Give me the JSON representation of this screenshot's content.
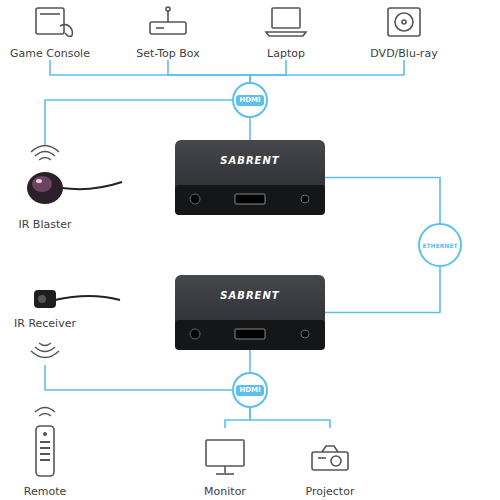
{
  "diagram": {
    "nodes": [
      {
        "text": [
          "Game Console"
        ]
      },
      {
        "text": [
          "Set-Top Box"
        ]
      },
      {
        "text": [
          "Laptop"
        ]
      },
      {
        "text": [
          "DVD/Blu-ray"
        ]
      },
      {
        "text": [
          "HDMI"
        ]
      },
      {
        "text": [
          "SABRENT"
        ]
      },
      {
        "text": [
          "IR Blaster"
        ]
      },
      {
        "text": [
          "ETHERNET"
        ]
      },
      {
        "text": [
          "SABRENT"
        ]
      },
      {
        "text": [
          "IR Receiver"
        ]
      },
      {
        "text": [
          "HDMI"
        ]
      },
      {
        "text": [
          "Remote"
        ]
      },
      {
        "text": [
          "Monitor"
        ]
      },
      {
        "text": [
          "Projector"
        ]
      }
    ],
    "edges": [
      {
        "from": 0,
        "to": 4,
        "arrow": "none"
      },
      {
        "from": 1,
        "to": 4,
        "arrow": "none"
      },
      {
        "from": 2,
        "to": 4,
        "arrow": "none"
      },
      {
        "from": 3,
        "to": 4,
        "arrow": "none"
      },
      {
        "from": 4,
        "to": 5,
        "arrow": "none"
      },
      {
        "from": 4,
        "to": 6,
        "arrow": "none"
      },
      {
        "from": 5,
        "to": 7,
        "arrow": "none"
      },
      {
        "from": 7,
        "to": 8,
        "arrow": "none"
      },
      {
        "from": 8,
        "to": 10,
        "arrow": "none"
      },
      {
        "from": 10,
        "to": 12,
        "arrow": "none"
      },
      {
        "from": 10,
        "to": 13,
        "arrow": "none"
      },
      {
        "from": 10,
        "to": 9,
        "arrow": "none"
      }
    ]
  }
}
